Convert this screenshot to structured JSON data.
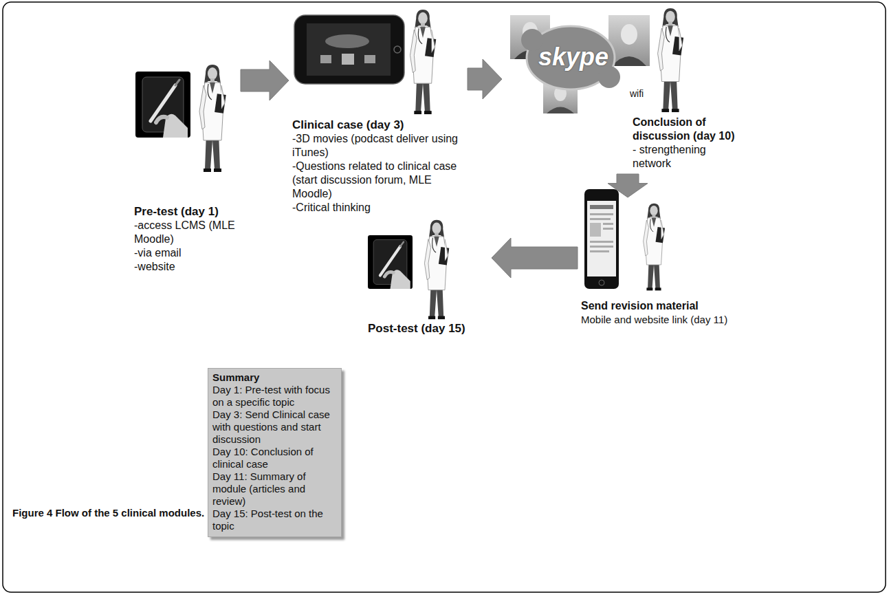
{
  "diagram": {
    "caption": "Figure 4 Flow of the 5 clinical modules.",
    "nodes": [
      {
        "text": [
          "Pre-test (day 1)",
          "-access LCMS (MLE Moodle)",
          "-via email",
          "-website"
        ]
      },
      {
        "text": [
          "Clinical case (day 3)",
          "-3D movies (podcast deliver using iTunes)",
          "-Questions related to clinical case (start discussion forum, MLE Moodle)",
          "-Critical thinking"
        ]
      },
      {
        "text": [
          "Conclusion of discussion (day 10)",
          "- strengthening network"
        ]
      },
      {
        "text": [
          "Send revision material",
          "Mobile and website link (day 11)"
        ]
      },
      {
        "text": [
          "Post-test (day 15)"
        ]
      },
      {
        "text": [
          "Summary",
          "Day 1: Pre-test with focus on a specific topic",
          "Day 3: Send Clinical case with questions and start discussion",
          "Day 10: Conclusion of clinical case",
          "Day 11: Summary of module (articles and review)",
          "Day 15: Post-test on the topic"
        ]
      }
    ],
    "edges": [
      {
        "from": 0,
        "to": 1,
        "arrow": "to"
      },
      {
        "from": 1,
        "to": 2,
        "arrow": "to"
      },
      {
        "from": 2,
        "to": 3,
        "arrow": "to"
      },
      {
        "from": 3,
        "to": 4,
        "arrow": "to"
      }
    ],
    "labels": [
      "skype",
      "wifi"
    ]
  }
}
